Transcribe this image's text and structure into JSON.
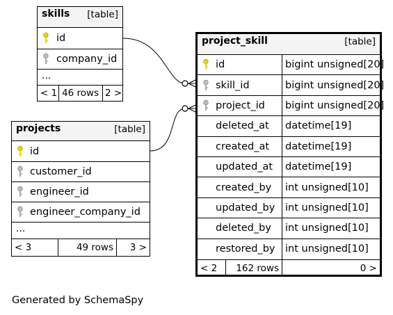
{
  "caption": "Generated by SchemaSpy",
  "colors": {
    "border": "#000000",
    "header_bg": "#f4f4f4",
    "primary_key": "#e8d500",
    "foreign_key": "#9a9a9a"
  },
  "skills": {
    "name": "skills",
    "kind": "[table]",
    "columns": [
      {
        "name": "id",
        "icon": "primary-key-icon"
      },
      {
        "name": "company_id",
        "icon": "foreign-key-icon"
      }
    ],
    "more": "...",
    "footer": {
      "prev": "< 1",
      "rows": "46 rows",
      "next": "2 >"
    }
  },
  "projects": {
    "name": "projects",
    "kind": "[table]",
    "columns": [
      {
        "name": "id",
        "icon": "primary-key-icon"
      },
      {
        "name": "customer_id",
        "icon": "foreign-key-icon"
      },
      {
        "name": "engineer_id",
        "icon": "foreign-key-icon"
      },
      {
        "name": "engineer_company_id",
        "icon": "foreign-key-icon"
      }
    ],
    "more": "...",
    "footer": {
      "prev": "< 3",
      "rows": "49 rows",
      "next": "3 >"
    }
  },
  "project_skill": {
    "name": "project_skill",
    "kind": "[table]",
    "columns": [
      {
        "name": "id",
        "type": "bigint unsigned[20]",
        "icon": "primary-key-icon"
      },
      {
        "name": "skill_id",
        "type": "bigint unsigned[20]",
        "icon": "foreign-key-icon"
      },
      {
        "name": "project_id",
        "type": "bigint unsigned[20]",
        "icon": "foreign-key-icon"
      },
      {
        "name": "deleted_at",
        "type": "datetime[19]"
      },
      {
        "name": "created_at",
        "type": "datetime[19]"
      },
      {
        "name": "updated_at",
        "type": "datetime[19]"
      },
      {
        "name": "created_by",
        "type": "int unsigned[10]"
      },
      {
        "name": "updated_by",
        "type": "int unsigned[10]"
      },
      {
        "name": "deleted_by",
        "type": "int unsigned[10]"
      },
      {
        "name": "restored_by",
        "type": "int unsigned[10]"
      }
    ],
    "footer": {
      "prev": "< 2",
      "rows": "162 rows",
      "next": "0 >"
    }
  }
}
